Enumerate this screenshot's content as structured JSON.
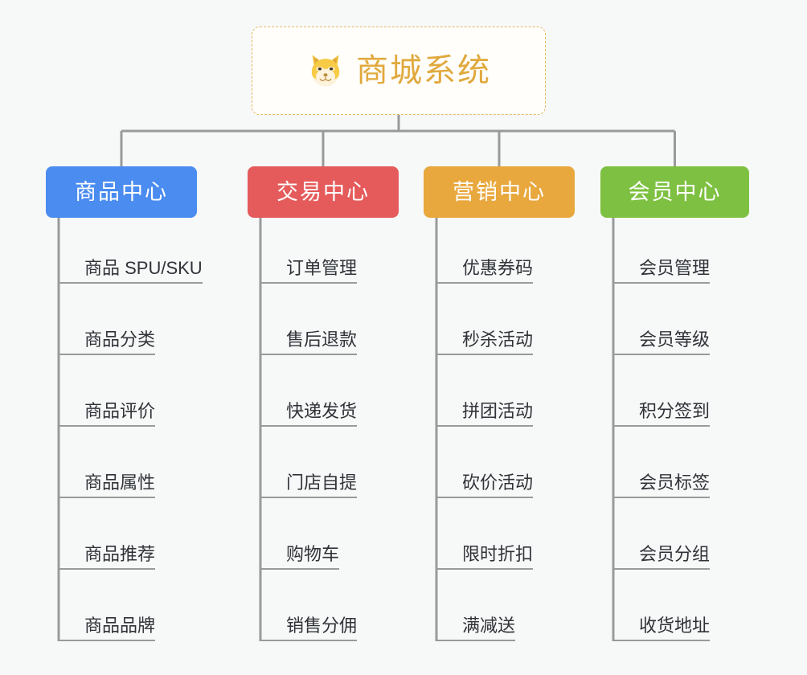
{
  "root": {
    "title": "商城系统",
    "icon": "shiba-dog-icon",
    "title_color": "#e0a93d",
    "border_color": "#e8b960",
    "background": "#fffefb"
  },
  "canvas": {
    "background": "#f7f8f8",
    "connector_color": "#9a9a9a"
  },
  "columns": [
    {
      "id": "product-center",
      "label": "商品中心",
      "color": "#4a8cf0",
      "items": [
        "商品 SPU/SKU",
        "商品分类",
        "商品评价",
        "商品属性",
        "商品推荐",
        "商品品牌"
      ]
    },
    {
      "id": "trade-center",
      "label": "交易中心",
      "color": "#e55b5b",
      "items": [
        "订单管理",
        "售后退款",
        "快递发货",
        "门店自提",
        "购物车",
        "销售分佣"
      ]
    },
    {
      "id": "marketing-center",
      "label": "营销中心",
      "color": "#e8a83e",
      "items": [
        "优惠券码",
        "秒杀活动",
        "拼团活动",
        "砍价活动",
        "限时折扣",
        "满减送"
      ]
    },
    {
      "id": "member-center",
      "label": "会员中心",
      "color": "#7ec142",
      "items": [
        "会员管理",
        "会员等级",
        "积分签到",
        "会员标签",
        "会员分组",
        "收货地址"
      ]
    }
  ]
}
